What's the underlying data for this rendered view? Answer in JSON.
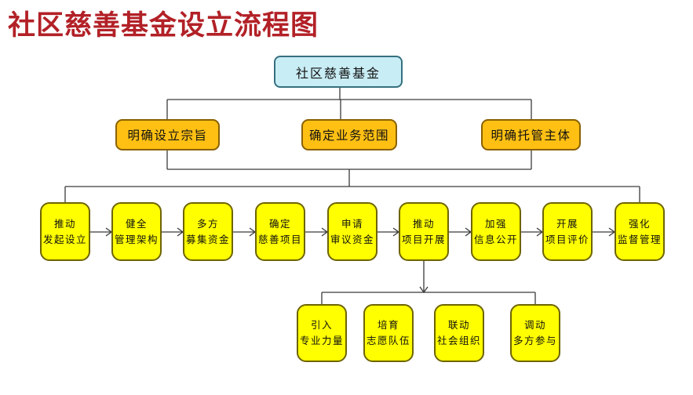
{
  "title": "社区慈善基金设立流程图",
  "colors": {
    "title_red": "#B22127",
    "root_fill": "#C9EDF5",
    "root_border": "#35707E",
    "branch_fill": "#FFC013",
    "branch_border": "#8A6100",
    "step_fill": "#FFFF00",
    "step_border": "#6E6400",
    "connector_line": "#3A3A3A",
    "text": "#111111",
    "background": "#FFFFFF"
  },
  "flowchart": {
    "root": {
      "label": "社区慈善基金"
    },
    "branches": [
      {
        "label": "明确设立宗旨"
      },
      {
        "label": "确定业务范围"
      },
      {
        "label": "明确托管主体"
      }
    ],
    "process_steps": [
      {
        "line1": "推动",
        "line2": "发起设立"
      },
      {
        "line1": "健全",
        "line2": "管理架构"
      },
      {
        "line1": "多方",
        "line2": "募集资金"
      },
      {
        "line1": "确定",
        "line2": "慈善项目"
      },
      {
        "line1": "申请",
        "line2": "审议资金"
      },
      {
        "line1": "推动",
        "line2": "项目开展"
      },
      {
        "line1": "加强",
        "line2": "信息公开"
      },
      {
        "line1": "开展",
        "line2": "项目评价"
      },
      {
        "line1": "强化",
        "line2": "监督管理"
      }
    ],
    "sub_steps": [
      {
        "line1": "引入",
        "line2": "专业力量"
      },
      {
        "line1": "培育",
        "line2": "志愿队伍"
      },
      {
        "line1": "联动",
        "line2": "社会组织"
      },
      {
        "line1": "调动",
        "line2": "多方参与"
      }
    ]
  }
}
